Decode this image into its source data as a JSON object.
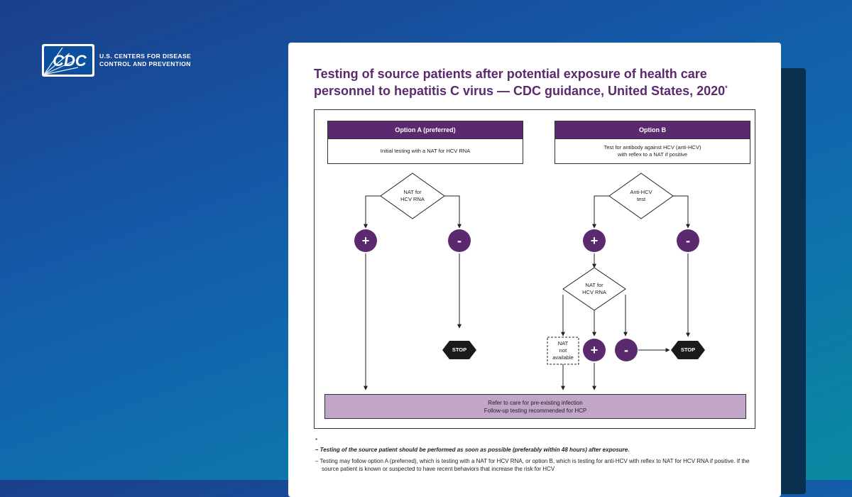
{
  "brand": {
    "logo_text": "CDC",
    "org_line1": "U.S. CENTERS FOR DISEASE",
    "org_line2": "CONTROL AND PREVENTION"
  },
  "colors": {
    "accent_purple": "#5b2a6e",
    "outcome_fill": "#c2a6c7",
    "stop_fill": "#1a1a1a"
  },
  "card": {
    "title": "Testing of source patients after potential exposure of health care personnel to hepatitis C virus — CDC guidance, United States, 2020",
    "title_mark": "*"
  },
  "flowchart": {
    "option_a": {
      "header": "Option A (preferred)",
      "description": "Initial testing with a NAT for HCV RNA",
      "test_label_line1": "NAT for",
      "test_label_line2": "HCV RNA",
      "positive": "+",
      "negative": "-",
      "stop": "STOP"
    },
    "option_b": {
      "header": "Option B",
      "description_line1": "Test for antibody against HCV (anti-HCV)",
      "description_line2": "with reflex to a NAT if positive",
      "test_label_line1": "Anti-HCV",
      "test_label_line2": "test",
      "positive": "+",
      "negative": "-",
      "stop": "STOP",
      "reflex_label_line1": "NAT for",
      "reflex_label_line2": "HCV RNA",
      "nat_not_available_line1": "NAT",
      "nat_not_available_line2": "not",
      "nat_not_available_line3": "available",
      "reflex_positive": "+",
      "reflex_negative": "-",
      "reflex_stop": "STOP"
    },
    "outcome_line1": "Refer to care for pre-existing infection",
    "outcome_line2": "Follow-up testing recommended for HCP"
  },
  "notes": {
    "bullet": "*",
    "note1": "– Testing of the source patient should be performed as soon as possible (preferably within 48 hours) after exposure.",
    "note2": "– Testing may follow option A (preferred), which is testing with a NAT for HCV RNA, or option B, which is testing for anti-HCV with reflex to NAT for HCV RNA if positive. If the source patient is known or suspected to have recent behaviors that increase the risk for HCV"
  }
}
